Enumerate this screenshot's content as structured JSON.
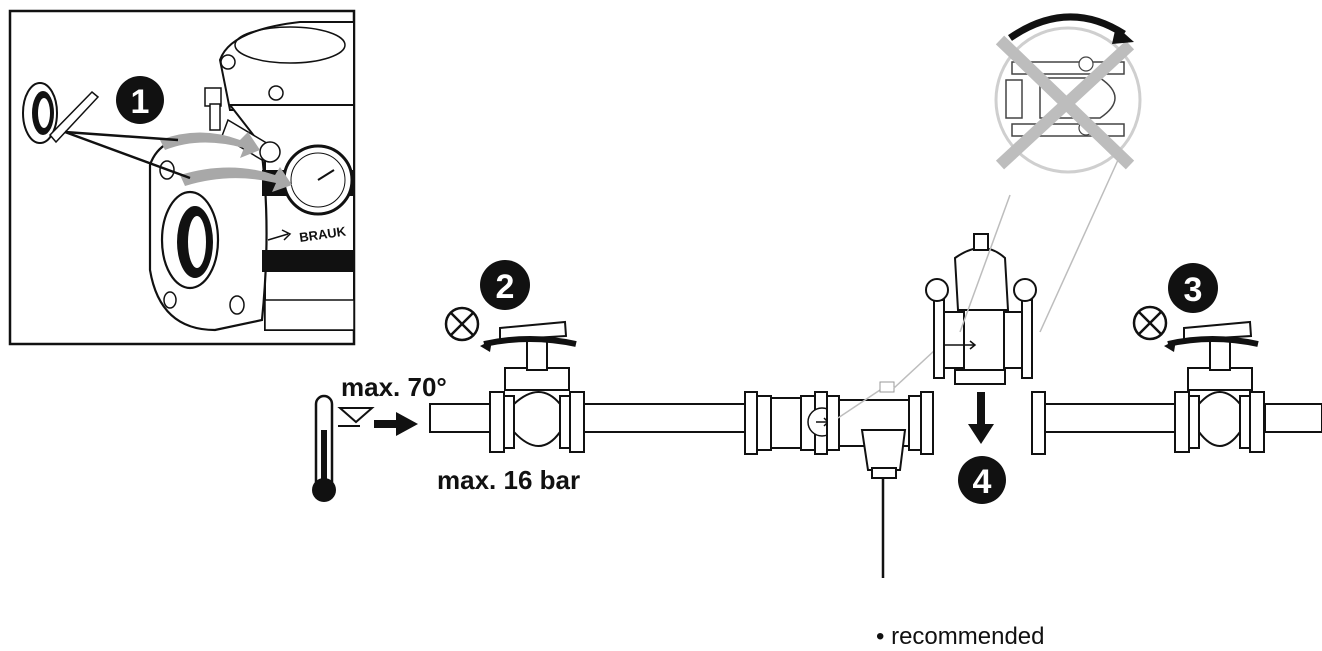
{
  "labels": {
    "max_temp": "max. 70°",
    "max_pressure": "max. 16 bar",
    "recommended": "• recommended",
    "brand": "BRAUK"
  },
  "steps": [
    "1",
    "2",
    "3",
    "4"
  ],
  "icons": {
    "closed_valve": "circle-x-icon",
    "rotation": "curved-arrow-icon",
    "flow": "right-arrow-icon",
    "drain": "down-arrow-icon",
    "thermometer": "thermometer-icon",
    "water_level": "water-level-icon",
    "pressure_gauge": "gauge-icon",
    "sealing_tape": "tape-roll-icon"
  },
  "colors": {
    "ink": "#111111",
    "grey_arrow": "#a8a8a8",
    "light_grey": "#bdbdbd",
    "background": "#ffffff"
  }
}
